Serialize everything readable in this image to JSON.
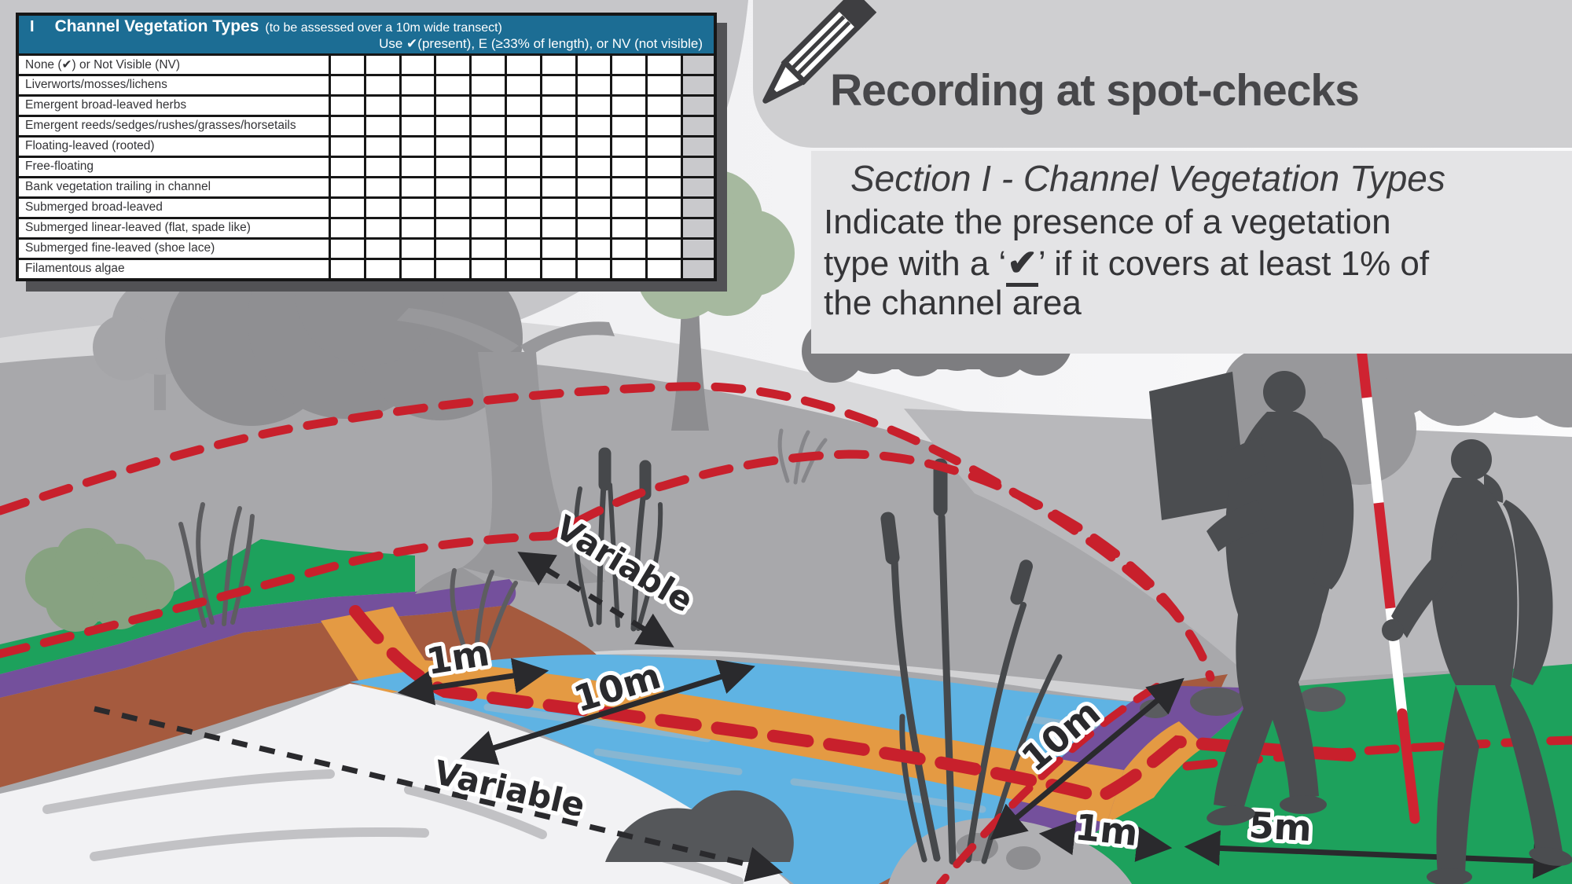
{
  "table": {
    "section_code": "I",
    "title": "Channel Vegetation Types",
    "title_note": "(to be assessed over a 10m wide transect)",
    "subtitle": "Use ✔(present), E (≥33% of length), or NV (not visible)",
    "columns": 10,
    "rows": [
      {
        "label": "None (✔) or Not Visible (NV)"
      },
      {
        "label": "Liverworts/mosses/lichens"
      },
      {
        "label": "Emergent broad-leaved herbs"
      },
      {
        "label": "Emergent reeds/sedges/rushes/grasses/horsetails"
      },
      {
        "label": "Floating-leaved (rooted)"
      },
      {
        "label": "Free-floating"
      },
      {
        "label": "Bank vegetation trailing in channel"
      },
      {
        "label": "Submerged broad-leaved"
      },
      {
        "label": "Submerged linear-leaved (flat, spade like)"
      },
      {
        "label": "Submerged fine-leaved (shoe lace)"
      },
      {
        "label": "Filamentous algae"
      }
    ]
  },
  "header": {
    "title": "Recording at spot-checks",
    "icon": "pencil-icon"
  },
  "section": {
    "heading": "Section I - Channel Vegetation Types",
    "body_line1": "Indicate the presence of a vegetation",
    "body_line2_pre": "type with a ‘",
    "body_check": "✔",
    "body_line2_post": "’ if it covers at least 1% of",
    "body_line3": "the channel area"
  },
  "diagram": {
    "labels": {
      "variable_top": "Variable",
      "variable_bottom": "Variable",
      "one_m_left": "1m",
      "ten_m_channel": "10m",
      "ten_m_bank": "10m",
      "one_m_right": "1m",
      "five_m": "5m"
    },
    "colors": {
      "water": "#5fb3e3",
      "transect_orange": "#e49a43",
      "bank_brown": "#a55a3e",
      "margin_purple": "#74509c",
      "riparian_green": "#1da15c",
      "survey_dash_red": "#c8202c",
      "header_blue": "#1c6d94"
    }
  }
}
